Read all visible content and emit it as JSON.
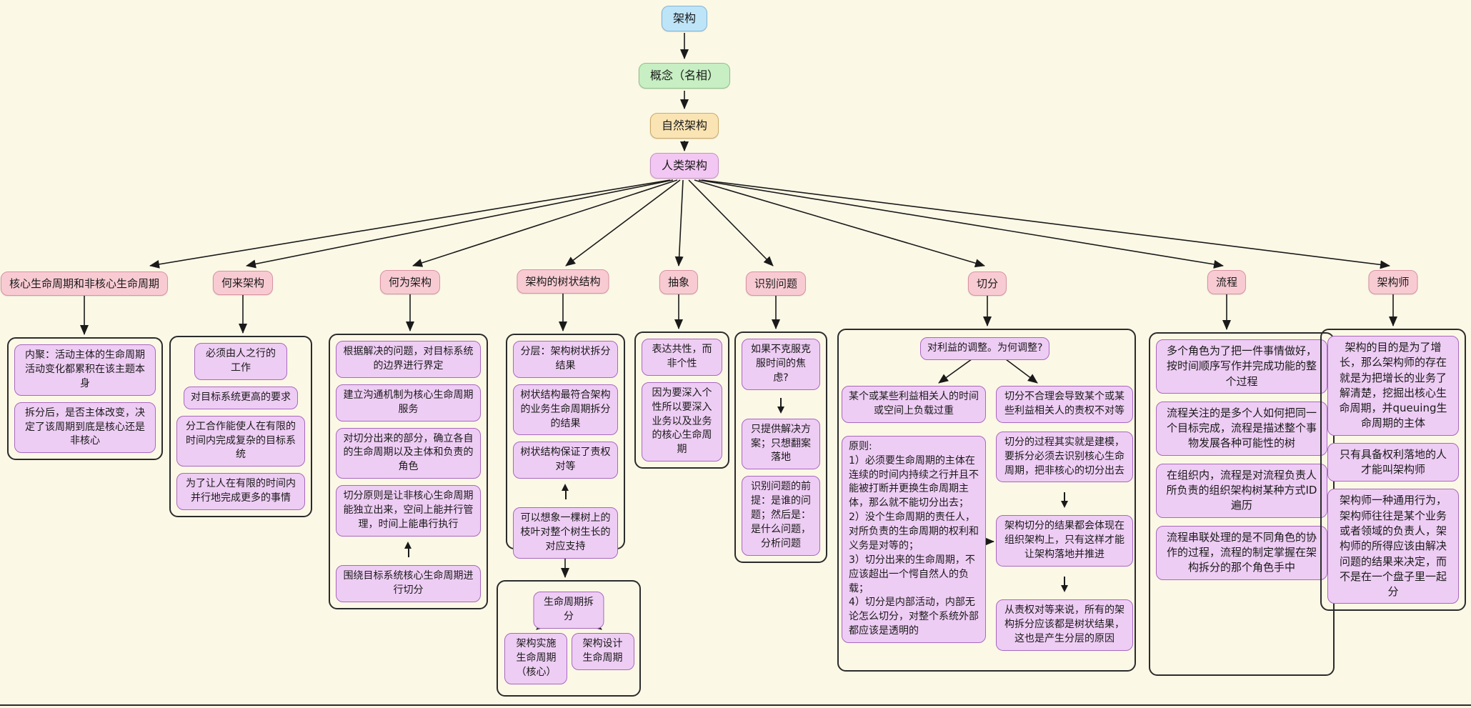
{
  "chain": {
    "root": "架构",
    "concept": "概念（名相）",
    "natural": "自然架构",
    "human": "人类架构"
  },
  "b1": {
    "title": "核心生命周期和非核心生命周期",
    "items": [
      "内聚：活动主体的生命周期活动变化都累积在该主题本身",
      "拆分后，是否主体改变，决定了该周期到底是核心还是非核心"
    ]
  },
  "b2": {
    "title": "何来架构",
    "items": [
      "必须由人之行的工作",
      "对目标系统更高的要求",
      "分工合作能使人在有限的时间内完成复杂的目标系统",
      "为了让人在有限的时间内并行地完成更多的事情"
    ]
  },
  "b3": {
    "title": "何为架构",
    "items": [
      "根据解决的问题，对目标系统的边界进行界定",
      "建立沟通机制为核心生命周期服务",
      "对切分出来的部分，确立各自的生命周期以及主体和负责的角色",
      "切分原则是让非核心生命周期能独立出来，空间上能并行管理，时间上能串行执行",
      "围绕目标系统核心生命周期进行切分"
    ]
  },
  "b4": {
    "title": "架构的树状结构",
    "items": [
      "分层：架构树状拆分结果",
      "树状结构最符合架构的业务生命周期拆分的结果",
      "树状结构保证了责权对等",
      "可以想象一棵树上的枝叶对整个树生长的对应支持"
    ],
    "sub": {
      "title": "生命周期拆分",
      "left": "架构实施生命周期（核心）",
      "right": "架构设计生命周期"
    }
  },
  "b5": {
    "title": "抽象",
    "items": [
      "表达共性，而非个性",
      "因为要深入个性所以要深入业务以及业务的核心生命周期"
    ]
  },
  "b6": {
    "title": "识别问题",
    "items": [
      "如果不克服克服时间的焦虑?",
      "只提供解决方案；只想翻案落地",
      "识别问题的前提：是谁的问题；然后是：是什么问题，分析问题"
    ]
  },
  "b7": {
    "title": "切分",
    "question": "对利益的调整。为何调整?",
    "left": [
      "某个或某些利益相关人的时间或空间上负载过重",
      "原则:\n1）必须要生命周期的主体在连续的时间内持续之行并且不能被打断并更换生命周期主体，那么就不能切分出去；\n2）没个生命周期的责任人，对所负责的生命周期的权利和义务是对等的；\n3）切分出来的生命周期，不应该超出一个愕自然人的负载；\n4）切分是内部活动，内部无论怎么切分，对整个系统外部都应该是透明的"
    ],
    "right": [
      "切分不合理会导致某个或某些利益相关人的责权不对等",
      "切分的过程其实就是建模，要拆分必须去识别核心生命周期，把非核心的切分出去",
      "架构切分的结果都会体现在组织架构上，只有这样才能让架构落地并推进",
      "从责权对等来说，所有的架构拆分应该都是树状结果，这也是产生分层的原因"
    ]
  },
  "b8": {
    "title": "流程",
    "items": [
      "多个角色为了把一件事情做好，按时间顺序写作并完成功能的整个过程",
      "流程关注的是多个人如何把同一个目标完成，流程是描述整个事物发展各种可能性的树",
      "在组织内，流程是对流程负责人所负责的组织架构树某种方式ID遍历",
      "流程串联处理的是不同角色的协作的过程，流程的制定掌握在架构拆分的那个角色手中"
    ]
  },
  "b9": {
    "title": "架构师",
    "items": [
      "架构的目的是为了增长，那么架构师的存在就是为把增长的业务了解清楚，挖掘出核心生命周期，并queuing生命周期的主体",
      "只有具备权利落地的人才能叫架构师",
      "架构师一种通用行为，架构师往往是某个业务或者领域的负责人，架构师的所得应该由解决问题的结果来决定，而不是在一个盘子里一起分"
    ]
  }
}
